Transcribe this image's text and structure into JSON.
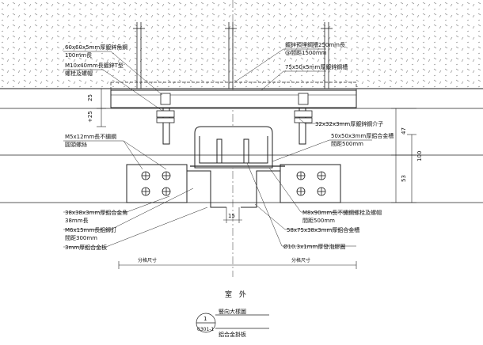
{
  "labels": {
    "angle_bracket": "60x60x5mm厚鍍鋅角鋼",
    "angle_bracket_len": "100mm長",
    "tbolt": "M10x40mm長鍍鋅T型",
    "tbolt_sub": "螺栓及螺帽",
    "pipe_line1": "鍍鋅預埋鋼槽250mm長",
    "pipe_line2": "@間距1500mm",
    "channel_top": "75x50x5mm厚鍍鋅鋼槽",
    "spacer": "32x32x3mm厚鍍鋅鋼介子",
    "screw_m5": "M5x12mm長不鏽鋼",
    "screw_m5_sub": "圓頭螺絲",
    "alu_angle_50": "50x50x3mm厚鋁合金槽",
    "alu_angle_50_sub": "間距500mm",
    "alu_angle_38": "38x38x3mm厚鋁合金角",
    "alu_angle_38_sub": "38mm長",
    "rivet_m6": "M6x15mm長鋁鉚釘",
    "rivet_m6_sub": "間距300mm",
    "alu_plate": "3mm厚鋁合金板",
    "bolt_m8": "M8x90mm長不鏽鋼螺栓及螺帽",
    "bolt_m8_sub": "間距500mm",
    "alu_channel_58": "58x75x38x3mm厚鋁合金槽",
    "neoprene": "Ø10.3x1mm厚發泡膠圈",
    "split_left": "分格尺寸",
    "split_right": "分格尺寸",
    "exterior": "室 外",
    "detail_title": "豎向大樣圖",
    "detail_sub": "鋁合金掛板",
    "detail_num": "1",
    "detail_ref": "0301-1"
  },
  "dimensions": {
    "d_25_top": "25",
    "d_25_bottom": "+25",
    "d_47": "47",
    "d_100": "100",
    "d_53": "53",
    "d_15": "15"
  }
}
